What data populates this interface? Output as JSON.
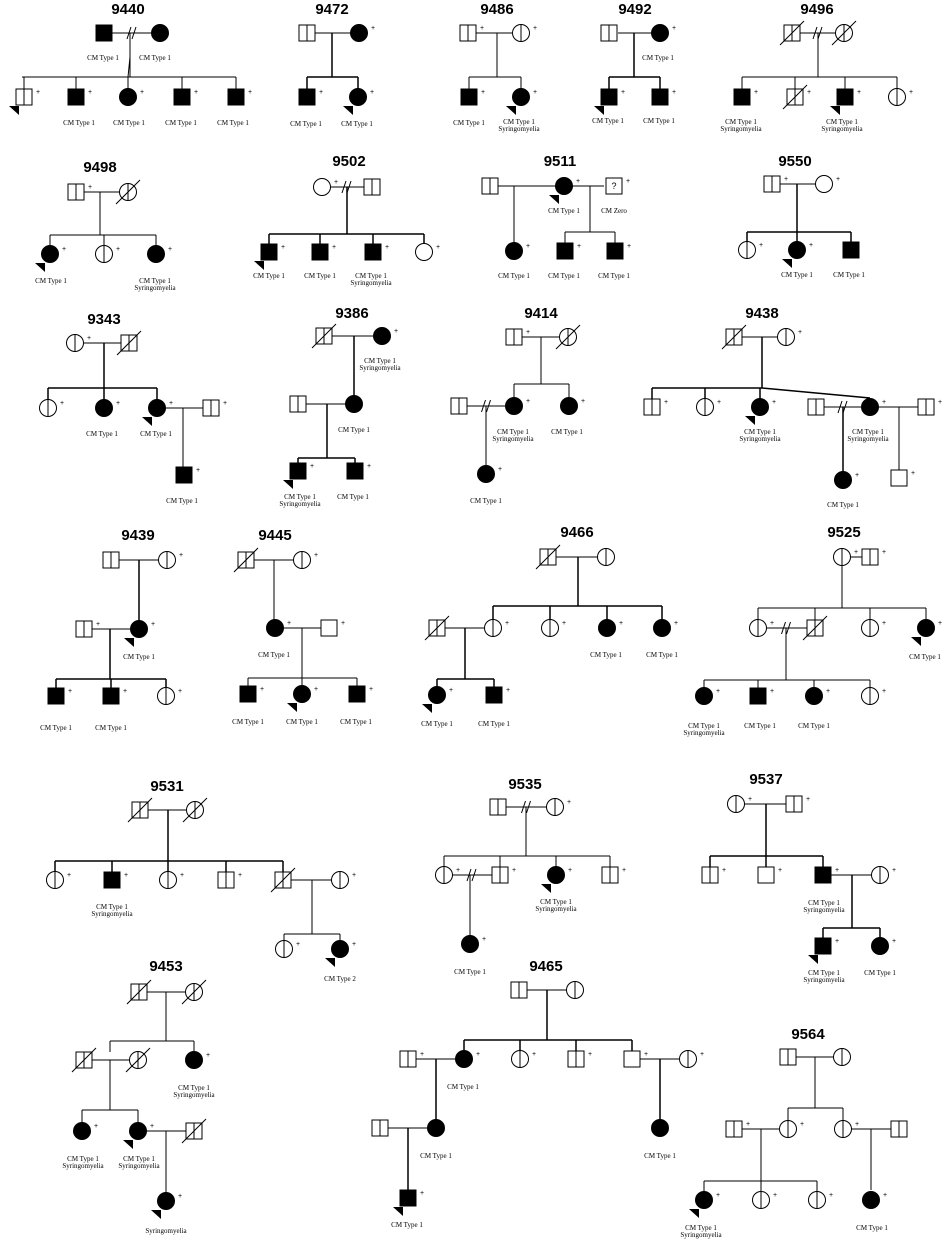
{
  "figure": {
    "description_markers": {
      "plus": "+",
      "unknown": "?"
    },
    "families": [
      {
        "id": "9440",
        "labels": [
          "CM Type 1",
          "CM Type 1",
          "CM Type 1",
          "CM Type 1",
          "CM Type 1",
          "CM Type 1"
        ]
      },
      {
        "id": "9472",
        "labels": [
          "CM Type 1",
          "CM Type 1"
        ]
      },
      {
        "id": "9486",
        "labels": [
          "CM Type 1",
          "CM Type 1",
          "Syringomyelia"
        ]
      },
      {
        "id": "9492",
        "labels": [
          "CM Type 1",
          "CM Type 1",
          "CM Type 1"
        ]
      },
      {
        "id": "9496",
        "labels": [
          "CM Type 1",
          "Syringomyelia",
          "CM Type 1",
          "Syringomyelia"
        ]
      },
      {
        "id": "9498",
        "labels": [
          "CM Type 1",
          "CM Type 1",
          "Syringomyelia"
        ]
      },
      {
        "id": "9502",
        "labels": [
          "CM Type 1",
          "CM Type 1",
          "CM Type 1",
          "Syringomyelia"
        ]
      },
      {
        "id": "9511",
        "labels": [
          "CM Type 1",
          "CM Zero",
          "CM Type 1",
          "CM Type 1",
          "CM Type 1"
        ]
      },
      {
        "id": "9550",
        "labels": [
          "CM Type 1",
          "CM Type 1"
        ]
      },
      {
        "id": "9343",
        "labels": [
          "CM Type 1",
          "CM Type 1",
          "CM Type 1"
        ]
      },
      {
        "id": "9386",
        "labels": [
          "CM Type 1",
          "Syringomyelia",
          "CM Type 1",
          "CM Type 1",
          "Syringomyelia",
          "CM Type 1"
        ]
      },
      {
        "id": "9414",
        "labels": [
          "CM Type 1",
          "Syringomyelia",
          "CM Type 1",
          "CM Type 1"
        ]
      },
      {
        "id": "9438",
        "labels": [
          "CM Type 1",
          "Syringomyelia",
          "CM Type 1",
          "Syringomyelia",
          "CM Type 1"
        ]
      },
      {
        "id": "9439",
        "labels": [
          "CM Type 1",
          "CM Type 1",
          "CM Type 1"
        ]
      },
      {
        "id": "9445",
        "labels": [
          "CM Type 1",
          "CM Type 1",
          "CM Type 1",
          "CM Type 1"
        ]
      },
      {
        "id": "9466",
        "labels": [
          "CM Type 1",
          "CM Type 1",
          "CM Type 1",
          "CM Type 1"
        ]
      },
      {
        "id": "9525",
        "labels": [
          "CM Type 1",
          "CM Type 1",
          "Syringomyelia",
          "CM Type 1",
          "CM Type 1"
        ]
      },
      {
        "id": "9531",
        "labels": [
          "CM Type 1",
          "Syringomyelia",
          "CM Type 2"
        ]
      },
      {
        "id": "9535",
        "labels": [
          "CM Type 1",
          "Syringomyelia",
          "CM Type 1"
        ]
      },
      {
        "id": "9537",
        "labels": [
          "CM Type 1",
          "Syringomyelia",
          "CM Type 1",
          "Syringomyelia",
          "CM Type 1"
        ]
      },
      {
        "id": "9453",
        "labels": [
          "CM Type 1",
          "Syringomyelia",
          "CM Type 1",
          "Syringomyelia",
          "CM Type 1",
          "Syringomyelia",
          "Syringomyelia"
        ]
      },
      {
        "id": "9465",
        "labels": [
          "CM Type 1",
          "CM Type 1",
          "CM Type 1",
          "CM Type 1"
        ]
      },
      {
        "id": "9564",
        "labels": [
          "CM Type 1",
          "Syringomyelia",
          "CM Type 1"
        ]
      }
    ]
  }
}
